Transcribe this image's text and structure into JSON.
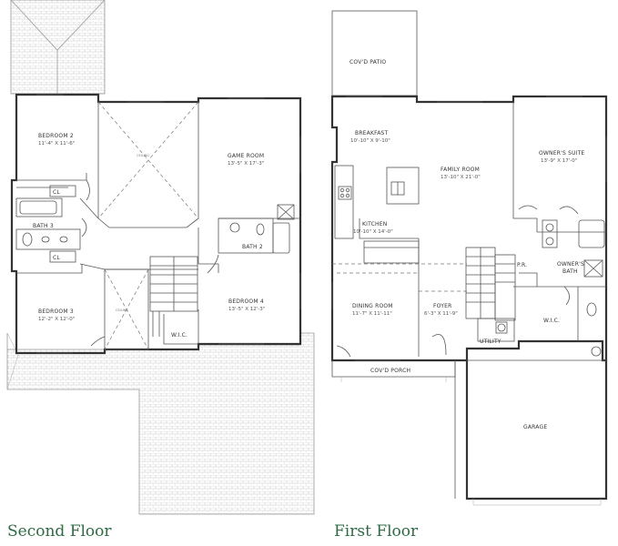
{
  "titles": {
    "second_floor": "Second Floor",
    "first_floor": "First Floor"
  },
  "second_floor": {
    "rooms": {
      "bedroom2": {
        "name": "BEDROOM 2",
        "dim": "11'-4\" X 11'-6\""
      },
      "game_room": {
        "name": "GAME ROOM",
        "dim": "13'-5\" X 17'-3\""
      },
      "bath3": {
        "name": "BATH 3"
      },
      "bath2": {
        "name": "BATH 2"
      },
      "bedroom3": {
        "name": "BEDROOM 3",
        "dim": "12'-2\" X 12'-0\""
      },
      "bedroom4": {
        "name": "BEDROOM 4",
        "dim": "13'-5\" X 12'-3\""
      },
      "wic": {
        "name": "W.I.C."
      }
    },
    "closet_label": "CL"
  },
  "first_floor": {
    "rooms": {
      "patio": {
        "name": "COV'D PATIO"
      },
      "breakfast": {
        "name": "BREAKFAST",
        "dim": "10'-10\" X 9'-10\""
      },
      "family_room": {
        "name": "FAMILY ROOM",
        "dim": "13'-10\" X 21'-0\""
      },
      "owners_suite": {
        "name": "OWNER'S SUITE",
        "dim": "13'-9\" X 17'-0\""
      },
      "kitchen": {
        "name": "KITCHEN",
        "dim": "10'-10\" X 14'-0\""
      },
      "pr": {
        "name": "P.R."
      },
      "owners_bath": {
        "name": "OWNER'S",
        "name2": "BATH"
      },
      "dining_room": {
        "name": "DINING ROOM",
        "dim": "11'-7\" X 11'-11\""
      },
      "foyer": {
        "name": "FOYER",
        "dim": "6'-3\" X 11'-9\""
      },
      "wic": {
        "name": "W.I.C."
      },
      "utility": {
        "name": "UTILITY"
      },
      "porch": {
        "name": "COV'D PORCH"
      },
      "garage": {
        "name": "GARAGE"
      }
    }
  }
}
